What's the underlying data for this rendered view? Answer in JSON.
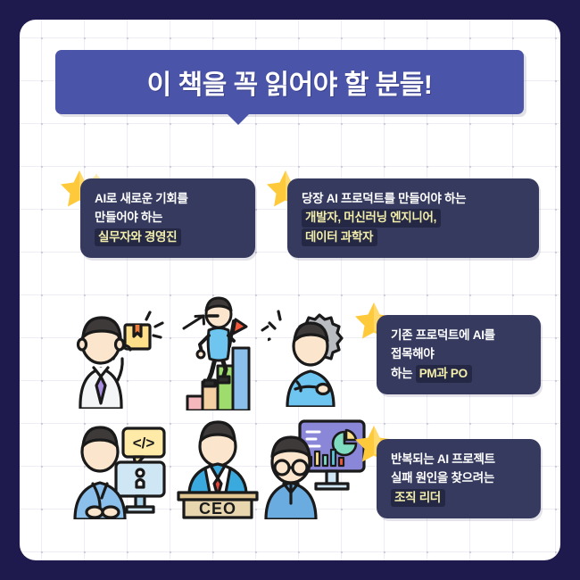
{
  "poster": {
    "frame_color": "#1e1a4d",
    "panel_color": "#ffffff",
    "banner_color": "#4a54a8",
    "card_color": "#363a5e",
    "highlight_bg": "#242844",
    "highlight_text_color": "#f3eeaa",
    "star_color": "#ffc93c"
  },
  "banner": {
    "title": "이 책을 꼭 읽어야 할 분들!"
  },
  "cards": [
    {
      "id": "card-1",
      "star_icon": "star-icon",
      "lines": [
        {
          "text": "AI로 새로운 기회를",
          "highlight": false
        },
        {
          "text": "만들어야 하는",
          "highlight": false
        },
        {
          "text": "실무자와 경영진",
          "highlight": true
        }
      ]
    },
    {
      "id": "card-2",
      "star_icon": "star-icon",
      "lines": [
        {
          "text": "당장 AI 프로덕트를 만들어야 하는",
          "highlight": false
        },
        {
          "text": "개발자, 머신러닝 엔지니어,",
          "highlight": true
        },
        {
          "text": "데이터 과학자",
          "highlight": true
        }
      ]
    },
    {
      "id": "card-3",
      "star_icon": "star-icon",
      "lines": [
        {
          "text": "기존 프로덕트에 AI를",
          "highlight": false
        },
        {
          "text": "접목해야",
          "highlight": false
        },
        {
          "text": "하는 ",
          "highlight": false,
          "tail_text": "PM과 PO",
          "tail_highlight": true
        }
      ]
    },
    {
      "id": "card-4",
      "star_icon": "star-icon",
      "lines": [
        {
          "text": "반복되는 AI 프로젝트",
          "highlight": false
        },
        {
          "text": "실패 원인을 찾으려는",
          "highlight": false
        },
        {
          "text": "조직 리더",
          "highlight": true
        }
      ]
    }
  ],
  "illustrations": [
    {
      "id": "illus-manager",
      "name": "manager-holding-box-illustration"
    },
    {
      "id": "illus-climber",
      "name": "person-climbing-bar-chart-with-flag-illustration"
    },
    {
      "id": "illus-gear",
      "name": "person-with-gear-illustration"
    },
    {
      "id": "illus-dev",
      "name": "developer-at-computer-illustration",
      "label": "</>"
    },
    {
      "id": "illus-ceo",
      "name": "ceo-at-podium-illustration",
      "label": "CEO"
    },
    {
      "id": "illus-analyst",
      "name": "data-analyst-with-dashboard-illustration"
    }
  ]
}
